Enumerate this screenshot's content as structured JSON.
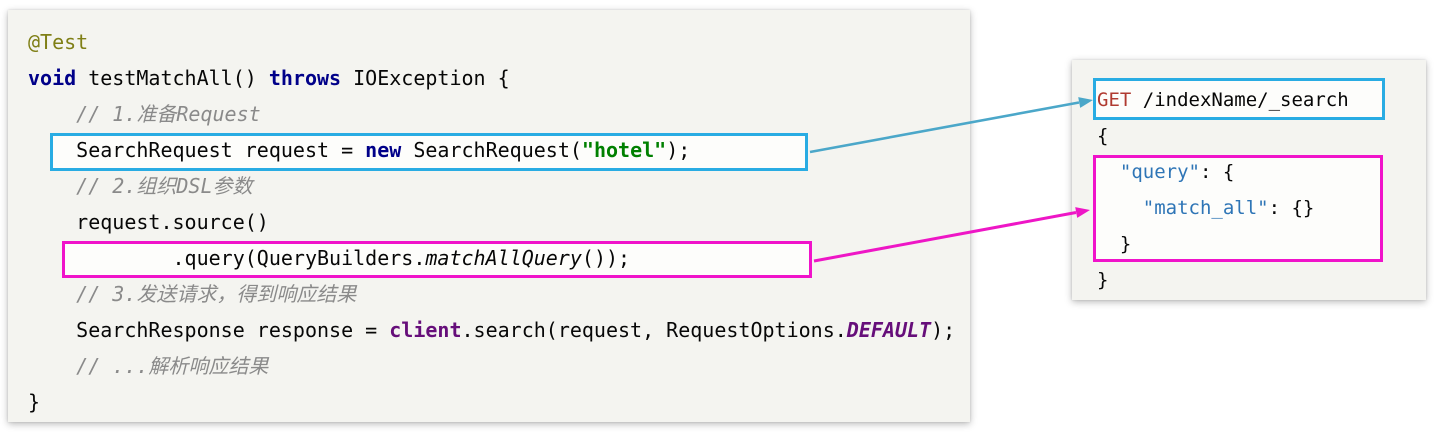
{
  "colors": {
    "cyan_box": "#29ace3",
    "magenta_box": "#f013ca",
    "cyan_arrow": "#4ba7c9",
    "magenta_arrow": "#ee16c6",
    "panel_bg": "#f4f4f0"
  },
  "java_panel": {
    "lines": [
      [
        {
          "c": "ann",
          "t": "@Test"
        }
      ],
      [
        {
          "c": "kw",
          "t": "void"
        },
        {
          "c": "p",
          "t": " testMatchAll() "
        },
        {
          "c": "kw",
          "t": "throws"
        },
        {
          "c": "p",
          "t": " IOException {"
        }
      ],
      [
        {
          "c": "cmt",
          "t": "    // 1.准备Request"
        }
      ],
      [
        {
          "c": "p",
          "t": "    SearchRequest request = "
        },
        {
          "c": "kw",
          "t": "new"
        },
        {
          "c": "p",
          "t": " SearchRequest("
        },
        {
          "c": "str",
          "t": "\"hotel\""
        },
        {
          "c": "p",
          "t": ");"
        }
      ],
      [
        {
          "c": "cmt",
          "t": "    // 2.组织DSL参数"
        }
      ],
      [
        {
          "c": "p",
          "t": "    request.source()"
        }
      ],
      [
        {
          "c": "p",
          "t": "            .query(QueryBuilders."
        },
        {
          "c": "smethod",
          "t": "matchAllQuery"
        },
        {
          "c": "p",
          "t": "());"
        }
      ],
      [
        {
          "c": "cmt",
          "t": "    // 3.发送请求，得到响应结果"
        }
      ],
      [
        {
          "c": "p",
          "t": "    SearchResponse response = "
        },
        {
          "c": "field",
          "t": "client"
        },
        {
          "c": "p",
          "t": ".search(request, RequestOptions."
        },
        {
          "c": "sfield",
          "t": "DEFAULT"
        },
        {
          "c": "p",
          "t": ");"
        }
      ],
      [
        {
          "c": "cmt",
          "t": "    // ...解析响应结果"
        }
      ],
      [
        {
          "c": "p",
          "t": "}"
        }
      ]
    ]
  },
  "dsl_panel": {
    "lines": [
      [
        {
          "c": "red",
          "t": "GET"
        },
        {
          "c": "p",
          "t": " /indexName/_search"
        }
      ],
      [
        {
          "c": "p",
          "t": "{"
        }
      ],
      [
        {
          "c": "p",
          "t": "  "
        },
        {
          "c": "jkey",
          "t": "\"query\""
        },
        {
          "c": "p",
          "t": ": {"
        }
      ],
      [
        {
          "c": "p",
          "t": "    "
        },
        {
          "c": "jkey",
          "t": "\"match_all\""
        },
        {
          "c": "p",
          "t": ": {}"
        }
      ],
      [
        {
          "c": "p",
          "t": "  }"
        }
      ],
      [
        {
          "c": "p",
          "t": "}"
        }
      ]
    ]
  }
}
